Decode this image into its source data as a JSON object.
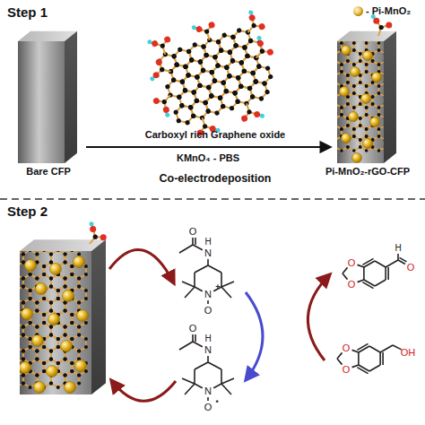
{
  "diagram": {
    "nodes": [
      {
        "text": [
          "Bare CFP"
        ]
      },
      {
        "text": [
          "Pi-MnO₂-rGO-CFP"
        ]
      }
    ],
    "edges": [
      {
        "from": 0,
        "to": 1,
        "arrow": "to",
        "label": "KMnO₄ - PBS"
      }
    ],
    "labels": [
      "Step 1",
      "Carboxyl rich Graphene oxide",
      "Co-electrodeposition",
      "Step 2",
      "O",
      "H",
      "N",
      "N",
      "+",
      "O",
      "O",
      "H",
      "N",
      "N",
      "O",
      "•",
      "H",
      "O",
      "O",
      "O",
      "O",
      "O",
      "OH"
    ],
    "legend": [
      {
        "text": "- Pi-MnO₂",
        "color": "#e6b420"
      }
    ]
  }
}
